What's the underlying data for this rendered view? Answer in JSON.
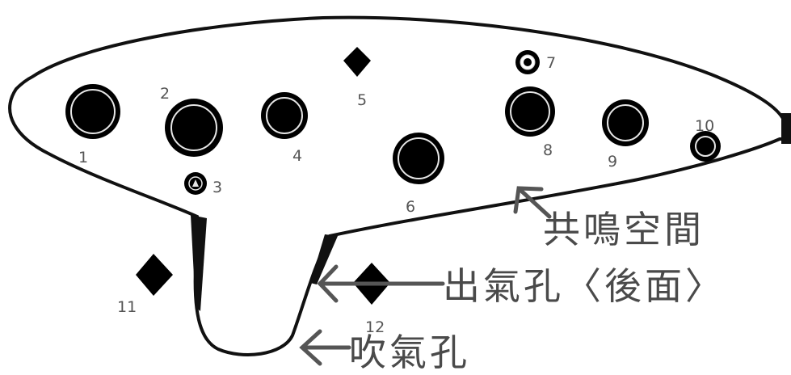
{
  "holes": [
    {
      "label": "1"
    },
    {
      "label": "2"
    },
    {
      "label": "3"
    },
    {
      "label": "4"
    },
    {
      "label": "5"
    },
    {
      "label": "6"
    },
    {
      "label": "7"
    },
    {
      "label": "8"
    },
    {
      "label": "9"
    },
    {
      "label": "10"
    },
    {
      "label": "11"
    },
    {
      "label": "12"
    }
  ],
  "annotations": {
    "resonance_chamber": "共鳴空間",
    "outlet": "出氣孔〈後面〉",
    "blow_hole": "吹氣孔"
  },
  "colors": {
    "hole": "#000000",
    "label": "#555555",
    "annotation": "#4a4a4a",
    "body_outline": "#111111"
  }
}
